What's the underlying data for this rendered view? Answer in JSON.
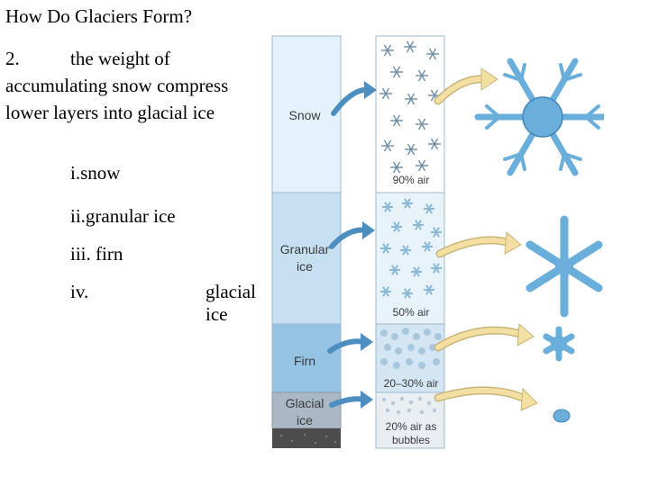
{
  "slide": {
    "title": "How Do Glaciers Form?",
    "point": {
      "number": "2.",
      "text": "the weight of accumulating snow compress lower layers into glacial ice"
    },
    "stages": [
      {
        "label": "i.snow"
      },
      {
        "label": "ii.granular ice"
      },
      {
        "label": "iii. firn"
      },
      {
        "number": "iv.",
        "label": "glacial ice"
      }
    ]
  },
  "diagram": {
    "layers": [
      {
        "name": "Snow",
        "air": "90% air"
      },
      {
        "name": "Granular ice",
        "air": "50% air"
      },
      {
        "name": "Firn",
        "air": "20–30% air"
      },
      {
        "name": "Glacial ice",
        "air": "20% air as bubbles"
      }
    ],
    "colors": {
      "snow_layer": "#e4f2fb",
      "granular_layer": "#c6e0f2",
      "firn_layer": "#94c3e4",
      "glacial_layer": "#a9b8c4",
      "bedrock": "#4c4c4c",
      "arrow_blue": "#4c8ec0",
      "arrow_yellow": "#f3dfa2",
      "crystal": "#6aaedc"
    }
  }
}
